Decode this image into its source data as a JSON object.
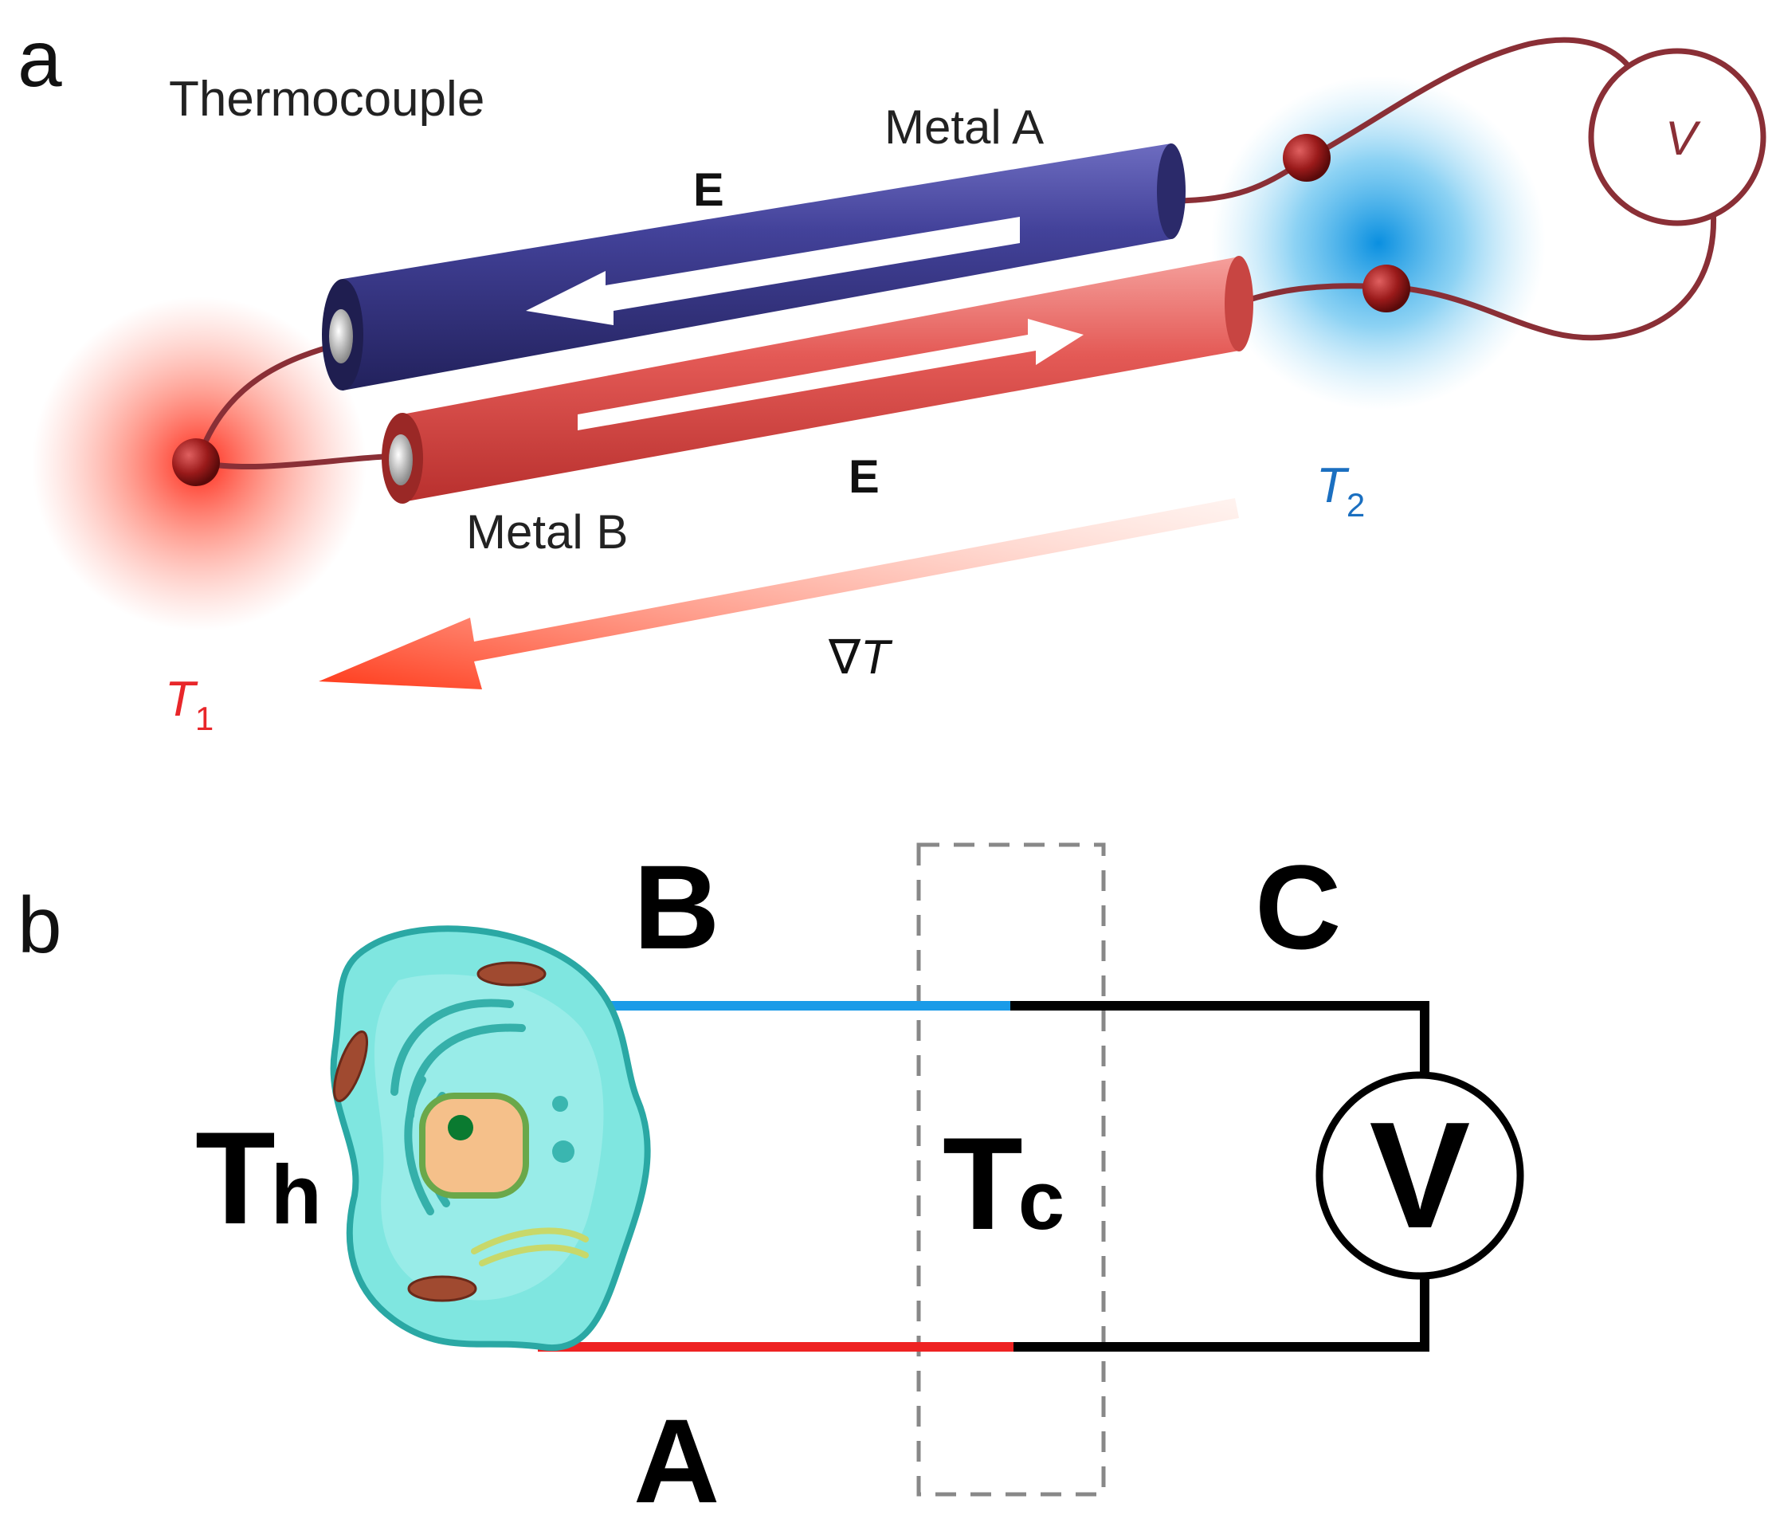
{
  "panel_a": {
    "panel_label": "a",
    "title": "Thermocouple",
    "metal_a_label": "Metal A",
    "metal_b_label": "Metal B",
    "field_label_top": "E",
    "field_label_bottom": "E",
    "voltmeter_label": "V",
    "t1_symbol": "T",
    "t1_sub": "1",
    "t2_symbol": "T",
    "t2_sub": "2",
    "gradient_nabla": "∇",
    "gradient_symbol": "T",
    "colors": {
      "metal_a": "#3c3a8c",
      "metal_b": "#e0524f",
      "wire": "#8a2f36",
      "hot": "#ff3a2a",
      "cold": "#1aa0e0",
      "t1_text": "#e8262a",
      "t2_text": "#1b6fc0"
    }
  },
  "panel_b": {
    "panel_label": "b",
    "label_b": "B",
    "label_c": "C",
    "label_a": "A",
    "hot_symbol": "T",
    "hot_sub": "h",
    "cold_symbol": "T",
    "cold_sub": "c",
    "voltmeter_label": "V",
    "colors": {
      "wire_b": "#1a9be8",
      "wire_a": "#ee2222",
      "wire_c": "#000000",
      "cell": "#3ec6c0"
    }
  }
}
